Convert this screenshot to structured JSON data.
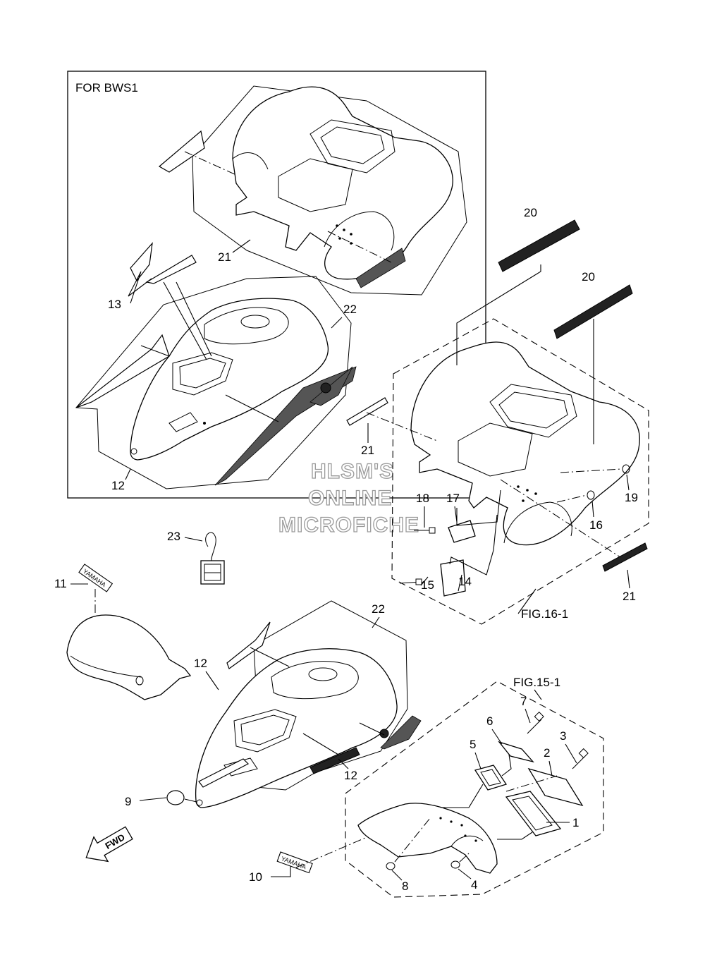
{
  "diagram": {
    "box_label": "FOR BWS1",
    "watermark": [
      "HLSM'S",
      "ONLINE",
      "MICROFICHE"
    ],
    "figures": {
      "fig16": "FIG.16-1",
      "fig15": "FIG.15-1"
    },
    "decal_text": {
      "yamaha_a": "YAMAHA",
      "yamaha_b": "YAMAHA",
      "fwd": "FWD"
    },
    "callouts": {
      "c1": "1",
      "c2": "2",
      "c3": "3",
      "c4": "4",
      "c5": "5",
      "c6": "6",
      "c7": "7",
      "c8": "8",
      "c9": "9",
      "c10": "10",
      "c11": "11",
      "c12a": "12",
      "c12b": "12",
      "c12c": "12",
      "c13": "13",
      "c14": "14",
      "c15": "15",
      "c16": "16",
      "c17": "17",
      "c18": "18",
      "c19": "19",
      "c20a": "20",
      "c20b": "20",
      "c21a": "21",
      "c21b": "21",
      "c21c": "21",
      "c22a": "22",
      "c22b": "22",
      "c23": "23"
    }
  }
}
